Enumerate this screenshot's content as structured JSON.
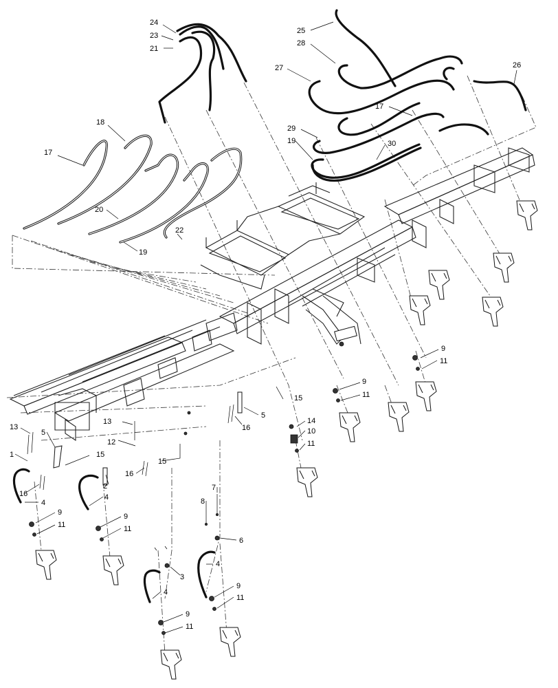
{
  "diagram": {
    "callouts": [
      {
        "id": "c24",
        "text": "24"
      },
      {
        "id": "c23",
        "text": "23"
      },
      {
        "id": "c21",
        "text": "21"
      },
      {
        "id": "c25",
        "text": "25"
      },
      {
        "id": "c28",
        "text": "28"
      },
      {
        "id": "c27",
        "text": "27"
      },
      {
        "id": "c26",
        "text": "26"
      },
      {
        "id": "c17a",
        "text": "17"
      },
      {
        "id": "c29",
        "text": "29"
      },
      {
        "id": "c19a",
        "text": "19"
      },
      {
        "id": "c30",
        "text": "30"
      },
      {
        "id": "c18",
        "text": "18"
      },
      {
        "id": "c17b",
        "text": "17"
      },
      {
        "id": "c20",
        "text": "20"
      },
      {
        "id": "c19b",
        "text": "19"
      },
      {
        "id": "c22",
        "text": "22"
      },
      {
        "id": "c9a",
        "text": "9"
      },
      {
        "id": "c11a",
        "text": "11"
      },
      {
        "id": "c9b",
        "text": "9"
      },
      {
        "id": "c11b",
        "text": "11"
      },
      {
        "id": "c15a",
        "text": "15"
      },
      {
        "id": "c5a",
        "text": "5"
      },
      {
        "id": "c16a",
        "text": "16"
      },
      {
        "id": "c14",
        "text": "14"
      },
      {
        "id": "c10",
        "text": "10"
      },
      {
        "id": "c11c",
        "text": "11"
      },
      {
        "id": "c13a",
        "text": "13"
      },
      {
        "id": "c5b",
        "text": "5"
      },
      {
        "id": "c13b",
        "text": "13"
      },
      {
        "id": "c12",
        "text": "12"
      },
      {
        "id": "c1",
        "text": "1"
      },
      {
        "id": "c15b",
        "text": "15"
      },
      {
        "id": "c16b",
        "text": "16"
      },
      {
        "id": "c15c",
        "text": "15"
      },
      {
        "id": "c2",
        "text": "2"
      },
      {
        "id": "c16c",
        "text": "16"
      },
      {
        "id": "c4a",
        "text": "4"
      },
      {
        "id": "c4b",
        "text": "4"
      },
      {
        "id": "c9c",
        "text": "9"
      },
      {
        "id": "c11d",
        "text": "11"
      },
      {
        "id": "c9d",
        "text": "9"
      },
      {
        "id": "c11e",
        "text": "11"
      },
      {
        "id": "c7",
        "text": "7"
      },
      {
        "id": "c8",
        "text": "8"
      },
      {
        "id": "c6",
        "text": "6"
      },
      {
        "id": "c3",
        "text": "3"
      },
      {
        "id": "c4c",
        "text": "4"
      },
      {
        "id": "c4d",
        "text": "4"
      },
      {
        "id": "c9e",
        "text": "9"
      },
      {
        "id": "c11f",
        "text": "11"
      },
      {
        "id": "c9f",
        "text": "9"
      },
      {
        "id": "c11g",
        "text": "11"
      }
    ]
  }
}
